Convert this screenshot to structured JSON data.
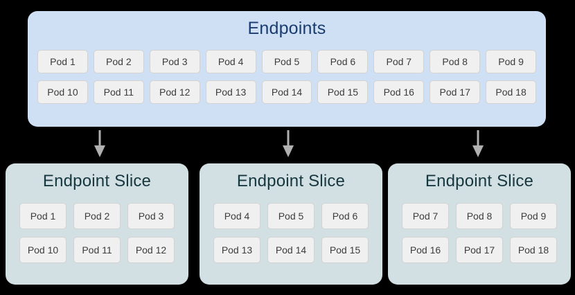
{
  "diagram": {
    "colors": {
      "page_background": "#000000",
      "endpoints_box": "#cfe0f5",
      "endpoints_title": "#1a3c6e",
      "slice_box": "#d2e0e4",
      "slice_title": "#17373f",
      "chip_fill": "#f0f0f0",
      "chip_border": "#d2d2d2",
      "chip_text": "#3c3c3c",
      "arrow": "#b0b0b0"
    },
    "endpoints": {
      "title": "Endpoints",
      "rows": [
        [
          "Pod 1",
          "Pod 2",
          "Pod 3",
          "Pod 4",
          "Pod 5",
          "Pod 6",
          "Pod 7",
          "Pod 8",
          "Pod 9"
        ],
        [
          "Pod 10",
          "Pod 11",
          "Pod 12",
          "Pod 13",
          "Pod 14",
          "Pod 15",
          "Pod 16",
          "Pod 17",
          "Pod 18"
        ]
      ]
    },
    "arrows": [
      {
        "name": "arrow-to-slice-1",
        "icon": "arrow-down-icon"
      },
      {
        "name": "arrow-to-slice-2",
        "icon": "arrow-down-icon"
      },
      {
        "name": "arrow-to-slice-3",
        "icon": "arrow-down-icon"
      }
    ],
    "slices": [
      {
        "title": "Endpoint Slice",
        "rows": [
          [
            "Pod 1",
            "Pod 2",
            "Pod 3"
          ],
          [
            "Pod 10",
            "Pod 11",
            "Pod 12"
          ]
        ]
      },
      {
        "title": "Endpoint Slice",
        "rows": [
          [
            "Pod 4",
            "Pod 5",
            "Pod 6"
          ],
          [
            "Pod 13",
            "Pod 14",
            "Pod 15"
          ]
        ]
      },
      {
        "title": "Endpoint Slice",
        "rows": [
          [
            "Pod 7",
            "Pod 8",
            "Pod 9"
          ],
          [
            "Pod 16",
            "Pod 17",
            "Pod 18"
          ]
        ]
      }
    ]
  }
}
